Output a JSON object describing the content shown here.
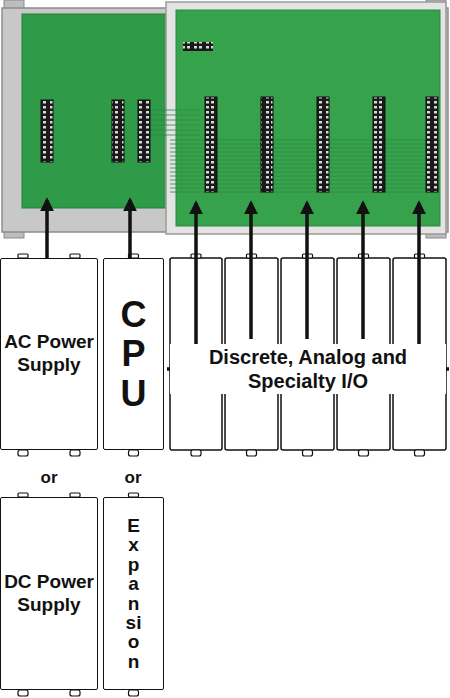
{
  "diagram": {
    "nodes": [
      {
        "text": [
          "AC Power Supply"
        ]
      },
      {
        "text": [
          "CPU"
        ]
      },
      {
        "text": [
          "Discrete, Analog and Specialty I/O"
        ]
      },
      {
        "text": [
          "DC Power Supply"
        ]
      },
      {
        "text": [
          "Expansion"
        ]
      }
    ],
    "labels": [
      "or",
      "or"
    ]
  }
}
